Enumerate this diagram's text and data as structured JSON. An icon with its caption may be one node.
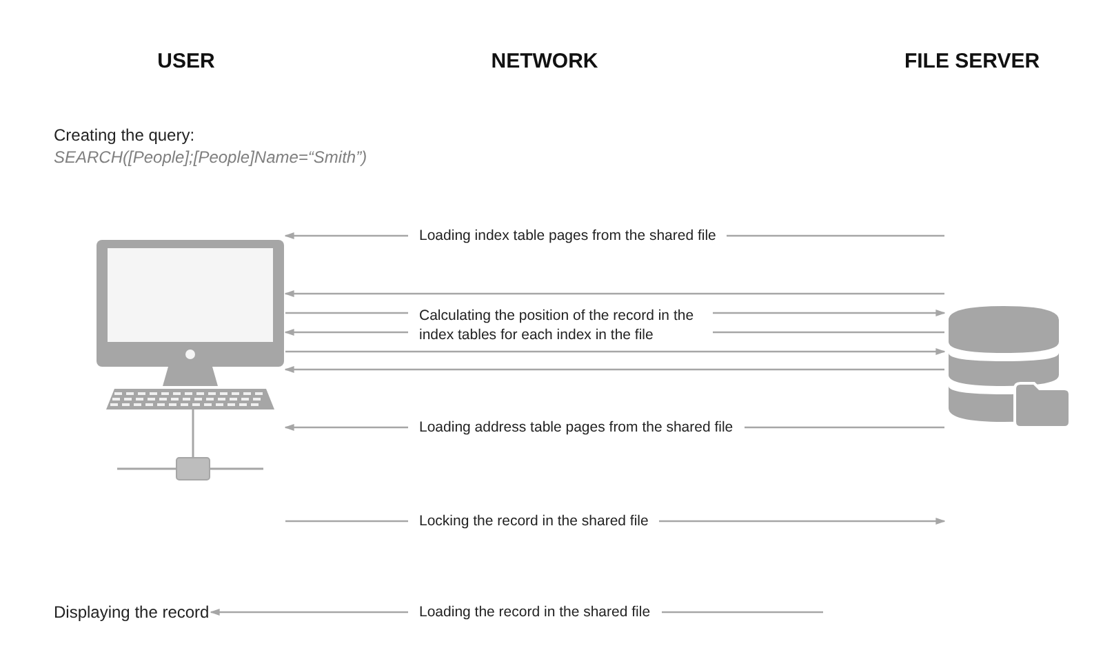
{
  "diagram": {
    "nodes": [
      {
        "text": [],
        "shape": "picture"
      },
      {
        "text": [],
        "shape": "picture"
      },
      {
        "text": [
          "Displaying the record"
        ]
      }
    ],
    "edges": [
      {
        "from": 1,
        "to": 0,
        "arrow": "to",
        "label": "Loading index table pages from the shared file"
      },
      {
        "from": 1,
        "to": 0,
        "arrow": "to"
      },
      {
        "from": 0,
        "to": 1,
        "arrow": "to"
      },
      {
        "from": 1,
        "to": 0,
        "arrow": "to",
        "label": "Calculating the position of the record in the index tables for each index in the file"
      },
      {
        "from": 0,
        "to": 1,
        "arrow": "to"
      },
      {
        "from": 1,
        "to": 0,
        "arrow": "to"
      },
      {
        "from": 1,
        "to": 0,
        "arrow": "to",
        "label": "Loading address table pages from the shared file"
      },
      {
        "from": 0,
        "to": 1,
        "arrow": "to",
        "label": "Locking the record in the shared file"
      },
      {
        "from": null,
        "to": 2,
        "arrow": "to",
        "label": "Loading the record in the shared file"
      }
    ],
    "labels": [
      "USER",
      "NETWORK",
      "FILE SERVER",
      "Creating the query:",
      "SEARCH([People];[People]Name=“Smith”)"
    ]
  }
}
